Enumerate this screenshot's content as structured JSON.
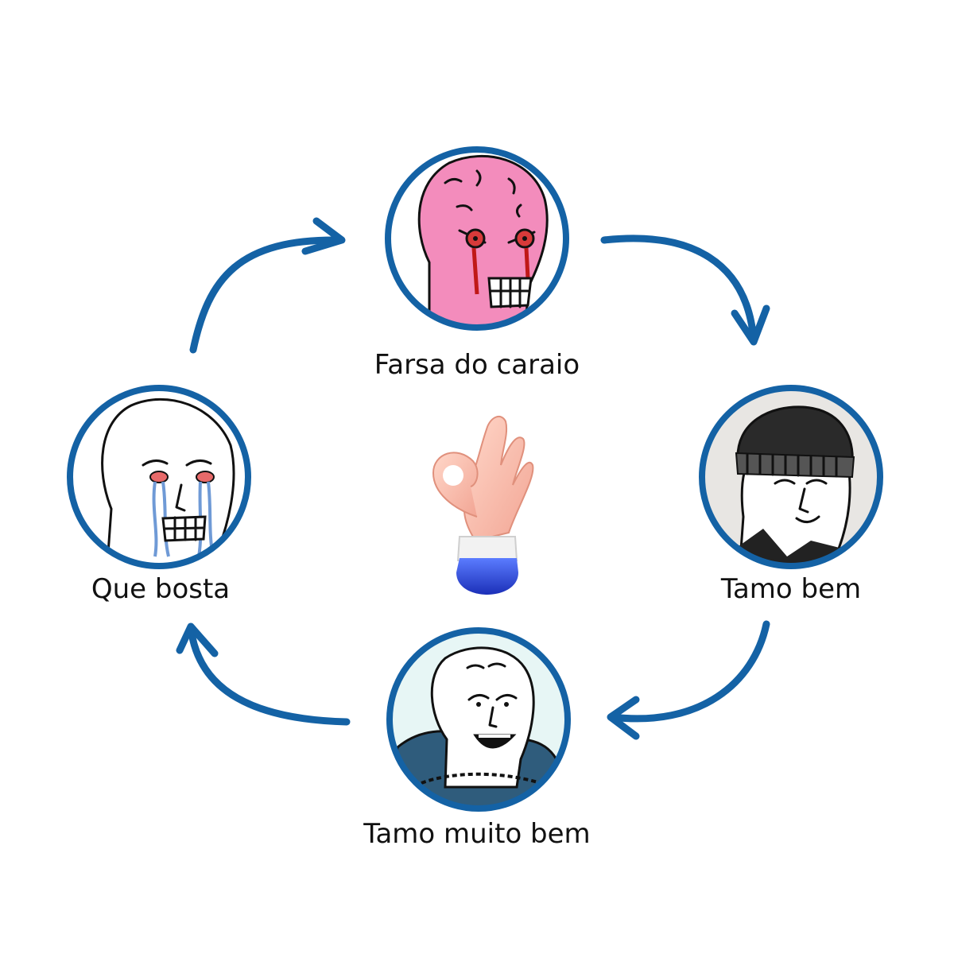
{
  "nodes": [
    {
      "id": "top",
      "label": "Farsa do caraio",
      "face": "angry-pink-wojak-icon"
    },
    {
      "id": "right",
      "label": "Tamo bem",
      "face": "beanie-wojak-icon"
    },
    {
      "id": "bottom",
      "label": "Tamo muito bem",
      "face": "happy-wojak-icon"
    },
    {
      "id": "left",
      "label": "Que bosta",
      "face": "crying-wojak-icon"
    }
  ],
  "center_icon": "ok-hand-icon",
  "colors": {
    "accent": "#1462a5",
    "text": "#111111",
    "pink_skin": "#f38cbc",
    "white_skin": "#ffffff",
    "beanie": "#2a2a2a",
    "hoodie": "#2f5c7c",
    "bg_light": "#e7f6f5"
  }
}
